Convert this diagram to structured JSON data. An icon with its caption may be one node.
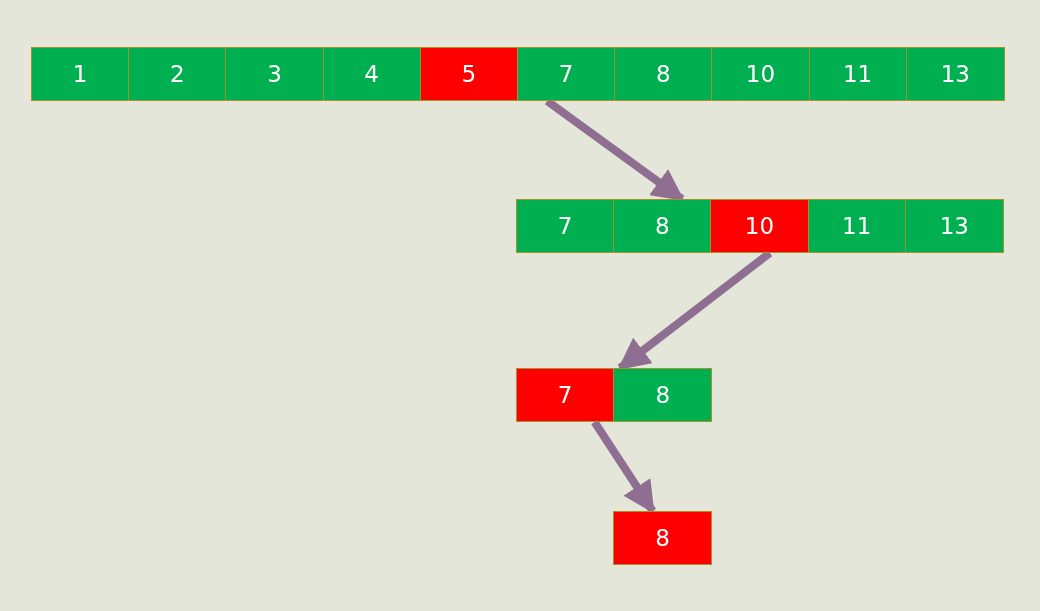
{
  "diagram": {
    "nodes": [
      {
        "text": [],
        "shape": "bar"
      },
      {
        "text": [
          "1"
        ],
        "in": 0
      },
      {
        "text": [
          "2"
        ],
        "in": 0
      },
      {
        "text": [
          "3"
        ],
        "in": 0
      },
      {
        "text": [
          "4"
        ],
        "in": 0
      },
      {
        "text": [
          "5"
        ],
        "in": 0
      },
      {
        "text": [
          "7"
        ],
        "in": 0
      },
      {
        "text": [
          "8"
        ],
        "in": 0
      },
      {
        "text": [
          "10"
        ],
        "in": 0
      },
      {
        "text": [
          "11"
        ],
        "in": 0
      },
      {
        "text": [
          "13"
        ],
        "in": 0
      },
      {
        "text": [],
        "shape": "bar"
      },
      {
        "text": [
          "7"
        ],
        "in": 11
      },
      {
        "text": [
          "8"
        ],
        "in": 11
      },
      {
        "text": [
          "10"
        ],
        "in": 11
      },
      {
        "text": [
          "11"
        ],
        "in": 11
      },
      {
        "text": [
          "13"
        ],
        "in": 11
      },
      {
        "text": [],
        "shape": "bar"
      },
      {
        "text": [
          "7"
        ],
        "in": 17
      },
      {
        "text": [
          "8"
        ],
        "in": 17
      },
      {
        "text": [],
        "shape": "bar"
      },
      {
        "text": [
          "8"
        ],
        "in": 20
      }
    ],
    "edges": [
      {
        "from": 0,
        "to": 11,
        "arrow": "to"
      },
      {
        "from": 11,
        "to": 17,
        "arrow": "to"
      },
      {
        "from": 17,
        "to": 20,
        "arrow": "to"
      }
    ]
  }
}
